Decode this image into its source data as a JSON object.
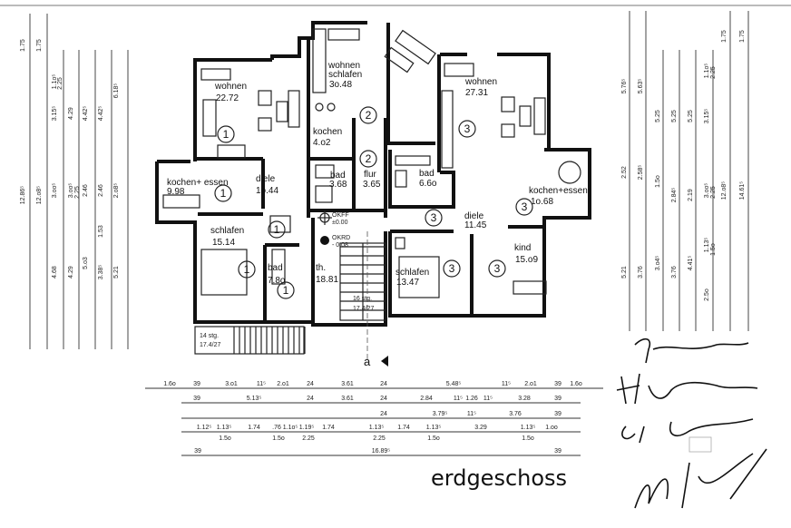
{
  "title": "erdgeschoss",
  "section_marker": "a",
  "rooms": {
    "u1_wohnen": {
      "name": "wohnen",
      "area": "22.72"
    },
    "u1_kochen_essen": {
      "name": "kochen+ essen",
      "area": "9.98"
    },
    "u1_diele": {
      "name": "diele",
      "area": "1o.44"
    },
    "u1_schlafen": {
      "name": "schlafen",
      "area": "15.14"
    },
    "u1_bad": {
      "name": "bad",
      "area": "7.8o"
    },
    "u2_wohnen_schlafen": {
      "name1": "wohnen",
      "name2": "schlafen",
      "area": "3o.48"
    },
    "u2_kochen": {
      "name": "kochen",
      "area": "4.o2"
    },
    "u2_bad": {
      "name": "bad",
      "area": "3.68"
    },
    "u2_flur": {
      "name": "flur",
      "area": "3.65"
    },
    "treppenhaus": {
      "name": "th.",
      "area": "18.81"
    },
    "u3_wohnen": {
      "name": "wohnen",
      "area": "27.31"
    },
    "u3_bad": {
      "name": "bad",
      "area": "6.6o"
    },
    "u3_diele": {
      "name": "diele",
      "area": "11.45"
    },
    "u3_kochen_essen": {
      "name": "kochen+essen",
      "area": "1o.68"
    },
    "u3_schlafen": {
      "name": "schlafen",
      "area": "13.47"
    },
    "u3_kind": {
      "name": "kind",
      "area": "15.o9"
    }
  },
  "unit_numbers": [
    "1",
    "1",
    "1",
    "1",
    "1",
    "2",
    "2",
    "3",
    "3",
    "3",
    "3",
    "3"
  ],
  "levels": {
    "okff": "OKFF",
    "okff_val": "±0.00",
    "okrd": "OKRD",
    "okrd_val": "- 0.08"
  },
  "stairs": {
    "main": {
      "steps": "16 stg.",
      "ratio": "17.4/27"
    },
    "lower": {
      "steps": "14 stg.",
      "ratio": "17.4/27"
    }
  },
  "dimensions": {
    "bottom_row1": [
      "1.6o",
      "39",
      "3.o1",
      "11⁵",
      "2.o1",
      "24",
      "3.61",
      "24",
      "5.48⁵",
      "11⁵",
      "2.o1",
      "39",
      "1.6o"
    ],
    "bottom_row2": [
      "39",
      "5.13⁵",
      "24",
      "3.61",
      "24",
      "2.84",
      "11⁵",
      "1.26",
      "11⁵",
      "3.28",
      "39"
    ],
    "bottom_row3": [
      "24",
      "3.79⁵",
      "11⁵",
      "3.76",
      "39"
    ],
    "bottom_row4": [
      "1.12⁵",
      "1.13⁵",
      "1.74",
      ".76",
      "1.1o⁵",
      "1.19⁵",
      "1.74",
      "1.13⁵",
      "1.74",
      "1.13⁵",
      "3.29",
      "1.13⁵",
      "1.oo"
    ],
    "bottom_row4_sub": [
      "1.5o",
      "1.5o",
      "2.25",
      "2.25",
      "1.5o",
      "1.5o"
    ],
    "bottom_row5": [
      "39",
      "16.89⁵",
      "39"
    ],
    "left": [
      "1.75",
      "1.75",
      "12.86⁵",
      "12.o8⁵",
      "1.1o⁵",
      "2.25",
      "3.15⁵",
      "4.29",
      "4.42⁵",
      "4.42⁵",
      "6.18⁵",
      "3.oo⁵",
      "3.oo⁵",
      "2.25",
      "2.46",
      "2.46",
      "2.o8⁵",
      "4.68",
      "4.29",
      "5.o3",
      "1.53",
      "3.38⁵",
      "5.21"
    ],
    "right": [
      "5.76⁵",
      "5.63⁵",
      "5.25",
      "5.25",
      "5.25",
      "1.1o⁵",
      "2.25",
      "3.15⁵",
      "1.75",
      "1.75",
      "12.o8⁵",
      "14.61⁵",
      "2.52",
      "2.58⁵",
      "1.5o",
      "2.84⁵",
      "2.19",
      "3.oo⁵",
      "2.25",
      "5.21",
      "3.76",
      "3.o4⁵",
      "3.76",
      "4.41⁵",
      "1.13⁵",
      "1.5o",
      "2.5o"
    ]
  },
  "colors": {
    "ink": "#111111",
    "paper": "#ffffff"
  }
}
